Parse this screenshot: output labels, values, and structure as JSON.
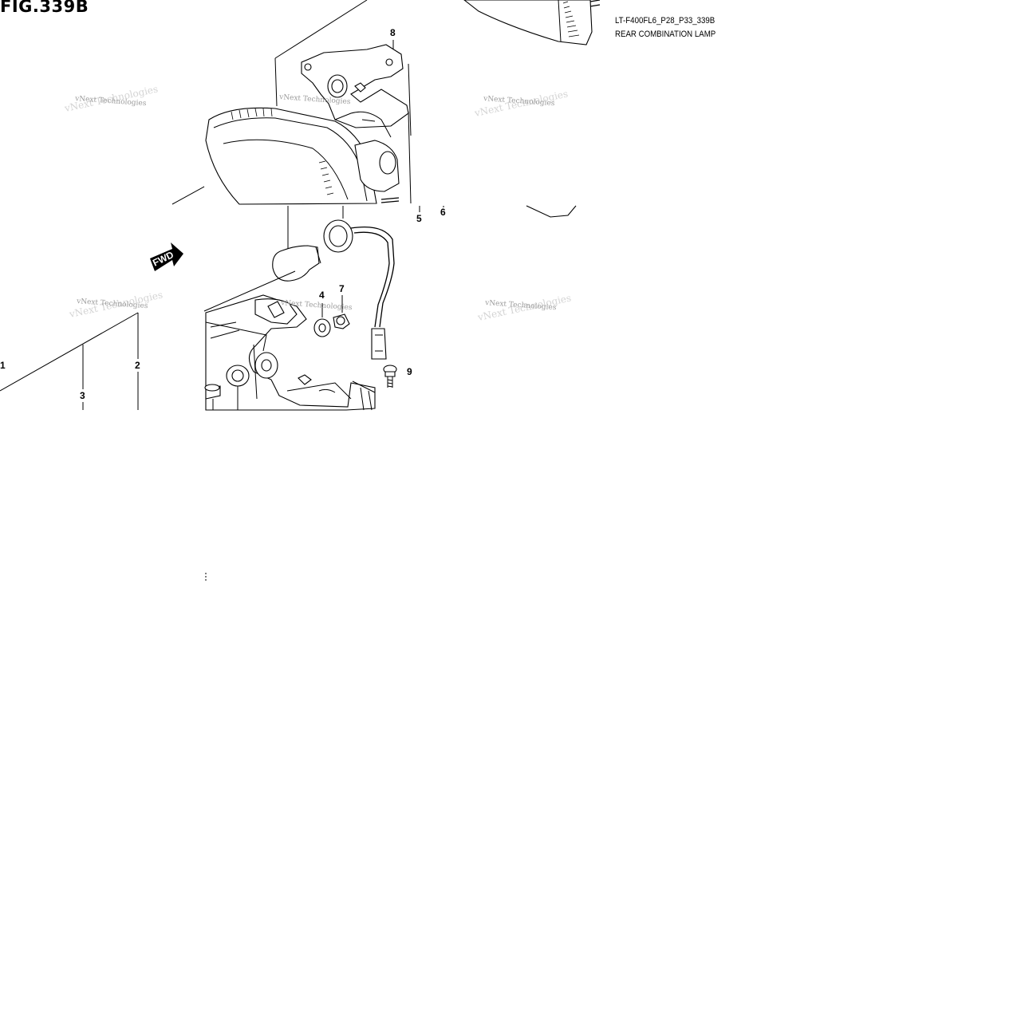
{
  "figure": {
    "title": "FIG.339B",
    "code": "LT-F400FL6_P28_P33_339B",
    "name": "REAR COMBINATION LAMP"
  },
  "callouts": [
    "1",
    "2",
    "3",
    "4",
    "5",
    "6",
    "7",
    "8",
    "9"
  ],
  "arrow_label": "FWD",
  "watermark": "vNext Technologies",
  "icons": {
    "lamp_housing": "rear-lamp-housing-icon",
    "bulb": "bulb-icon",
    "socket": "socket-harness-icon",
    "bracket": "bracket-icon",
    "fwd_arrow": "fwd-arrow-icon"
  }
}
